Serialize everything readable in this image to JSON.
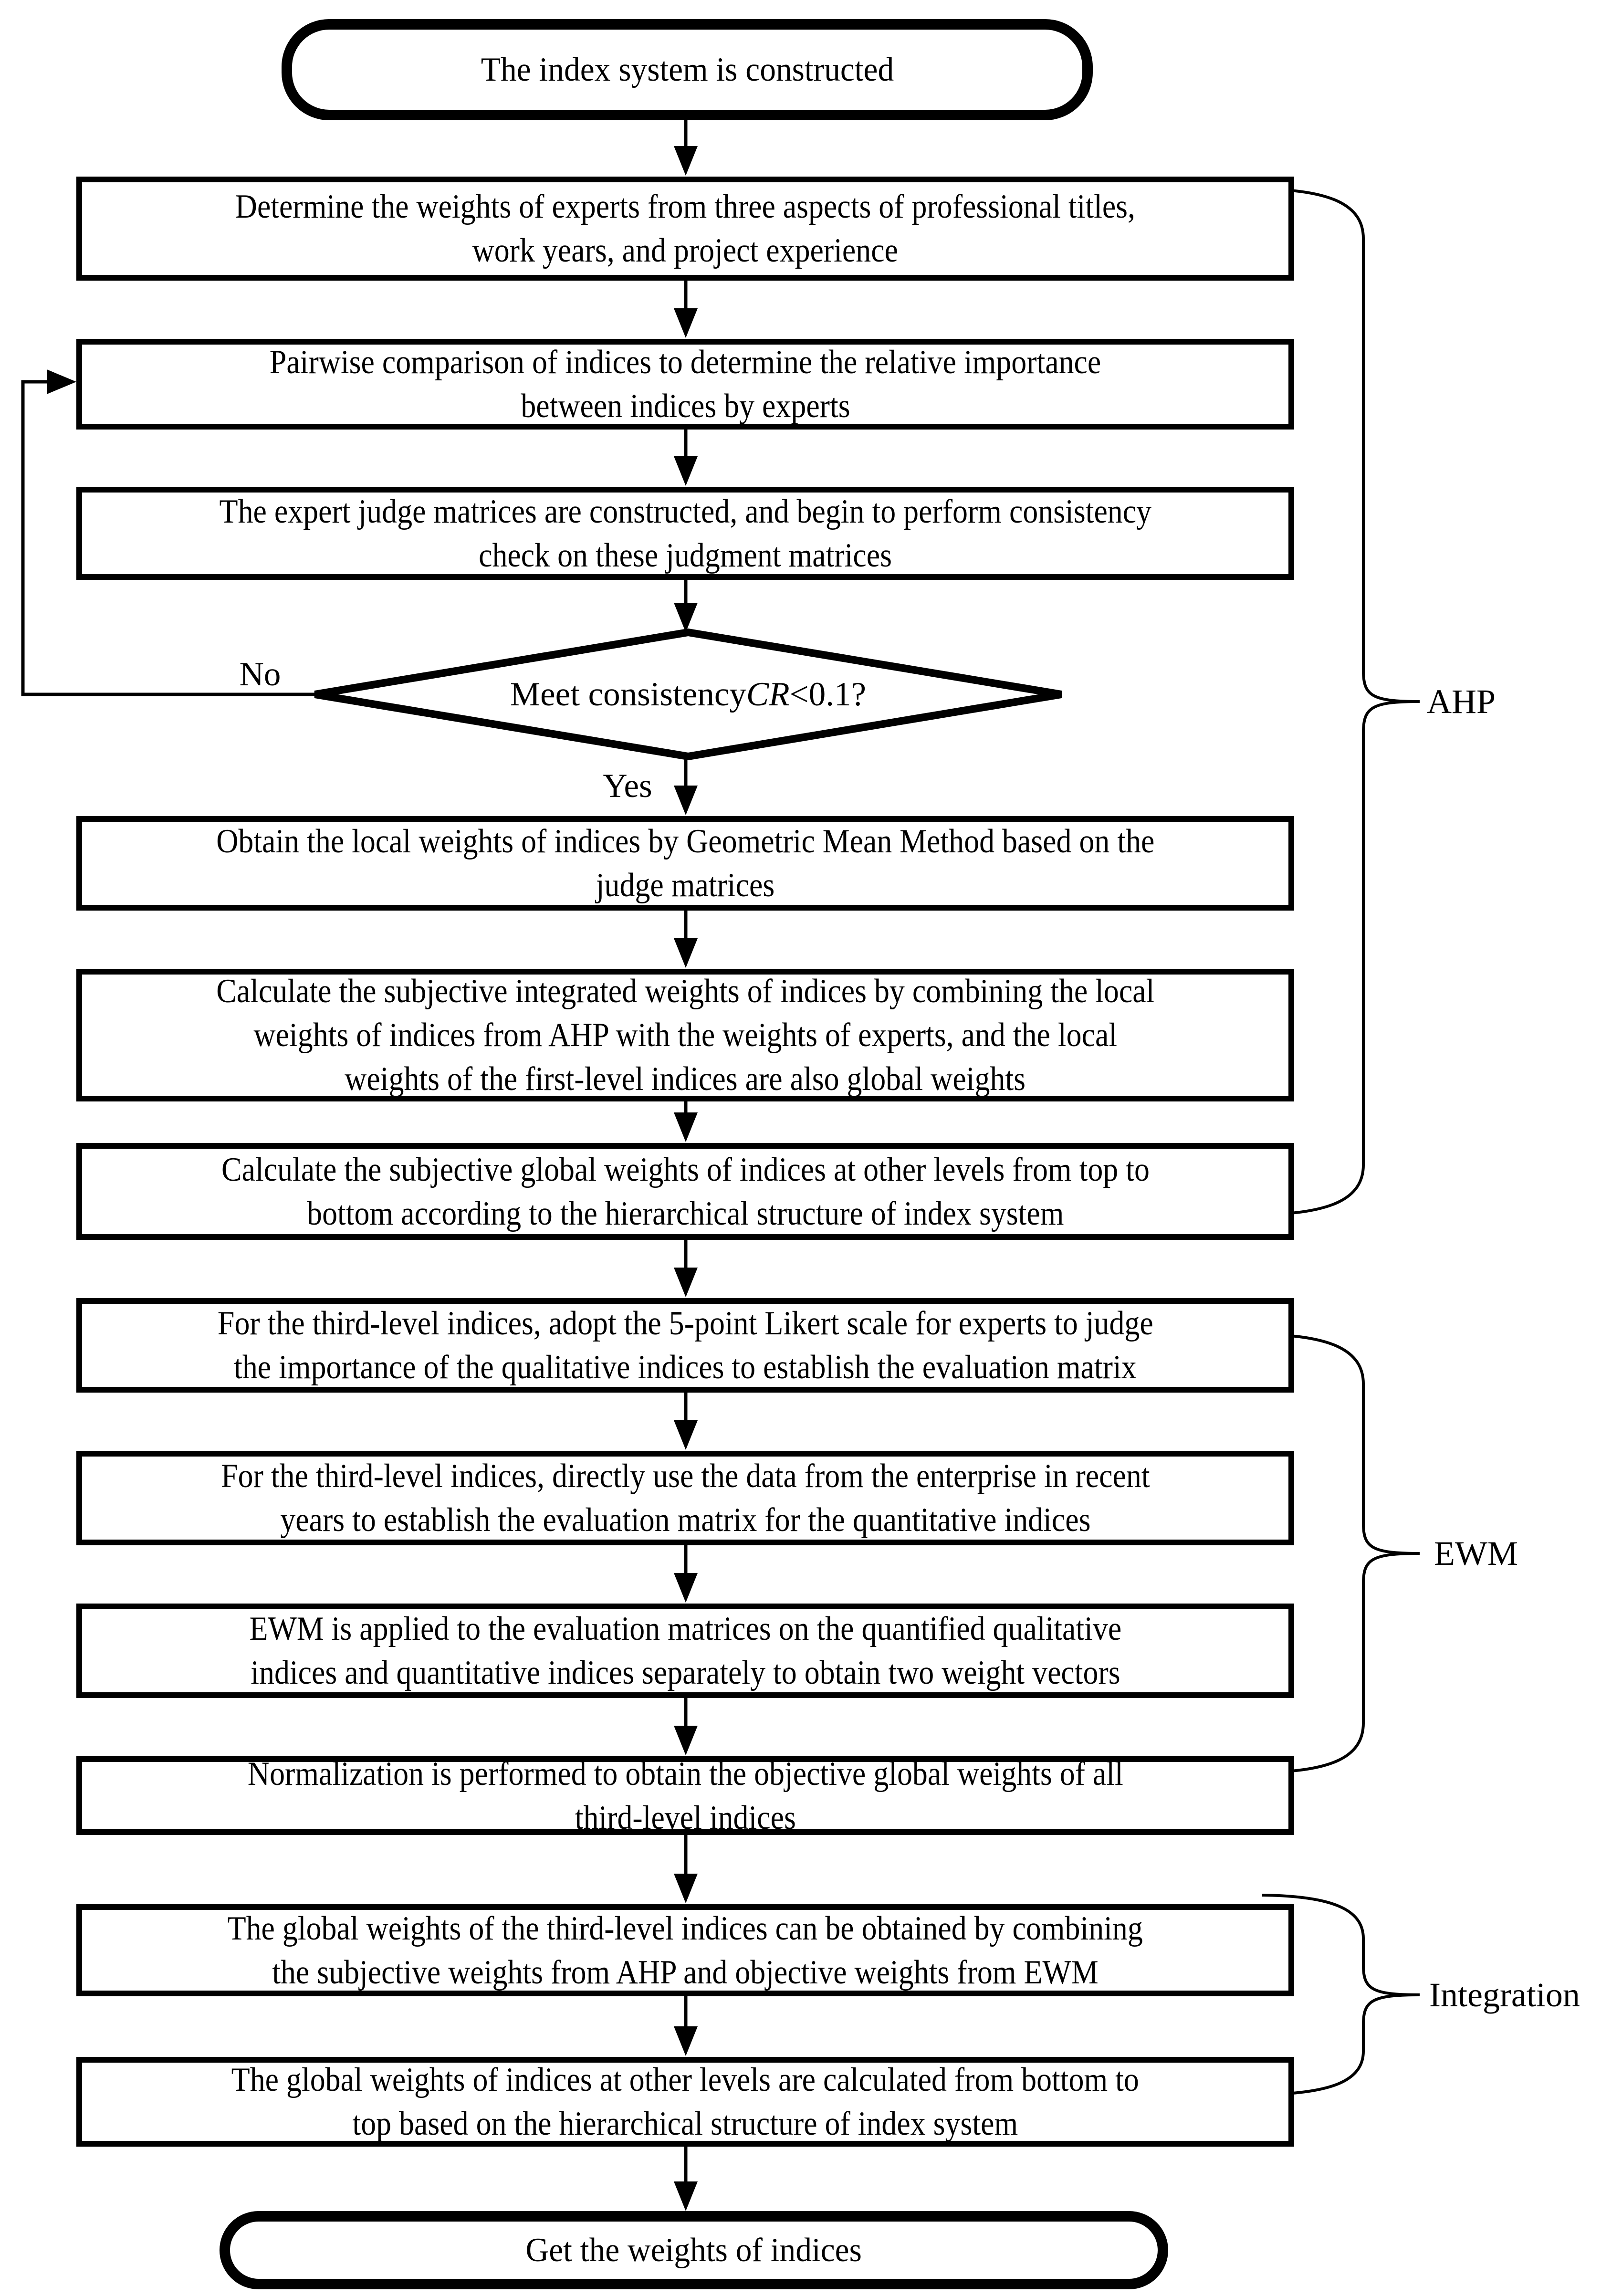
{
  "diagram": {
    "start_terminal": "The index system is constructed",
    "end_terminal": "Get the weights of indices",
    "process_boxes": [
      {
        "name": "expert-weights",
        "lines": [
          "Determine the weights of experts from three aspects of professional titles,",
          "work years, and project experience"
        ]
      },
      {
        "name": "pairwise-comparison",
        "lines": [
          "Pairwise comparison of indices to determine the relative importance",
          "between indices by experts"
        ]
      },
      {
        "name": "judge-matrices-consistency",
        "lines": [
          "The expert judge matrices are constructed, and begin to perform consistency",
          "check on these judgment matrices"
        ]
      },
      {
        "name": "local-weights-geometric-mean",
        "lines": [
          "Obtain the local weights of indices by Geometric Mean Method based on the",
          "judge matrices"
        ]
      },
      {
        "name": "subjective-integrated-weights",
        "lines": [
          "Calculate the subjective integrated weights of indices by combining the local",
          "weights of indices from AHP with the weights of experts, and the local",
          "weights of the first-level indices are also global weights"
        ]
      },
      {
        "name": "subjective-global-weights",
        "lines": [
          "Calculate the subjective global weights of indices at other levels from top to",
          "bottom according to the hierarchical structure of index system"
        ]
      },
      {
        "name": "likert-scale-qualitative",
        "lines": [
          "For the third-level indices, adopt the 5-point Likert scale for experts to judge",
          "the importance of the qualitative indices to establish the evaluation matrix"
        ]
      },
      {
        "name": "enterprise-data-quantitative",
        "lines": [
          "For the third-level indices, directly use the data from the enterprise in recent",
          "years to establish the evaluation matrix for the quantitative indices"
        ]
      },
      {
        "name": "ewm-two-weight-vectors",
        "lines": [
          "EWM is applied to the evaluation matrices on the quantified qualitative",
          "indices and quantitative indices separately to obtain two weight vectors"
        ]
      },
      {
        "name": "normalization-objective-weights",
        "lines": [
          "Normalization is performed to obtain the objective global weights of all",
          "third-level indices"
        ]
      },
      {
        "name": "combine-ahp-ewm-weights",
        "lines": [
          "The global weights of the third-level indices can be obtained by combining",
          "the subjective weights from AHP and objective weights from EWM"
        ]
      },
      {
        "name": "bottom-up-global-weights",
        "lines": [
          "The global weights of indices at other levels are calculated from bottom to",
          "top based on the hierarchical structure of index system"
        ]
      }
    ],
    "decision": {
      "text_before": "Meet consistency ",
      "italic_part": "CR",
      "text_after": "<0.1?",
      "no_label": "No",
      "yes_label": "Yes"
    },
    "brace_labels": {
      "ahp": "AHP",
      "ewm": "EWM",
      "integration": "Integration"
    },
    "colors": {
      "line": "#000000",
      "background": "#ffffff"
    }
  }
}
